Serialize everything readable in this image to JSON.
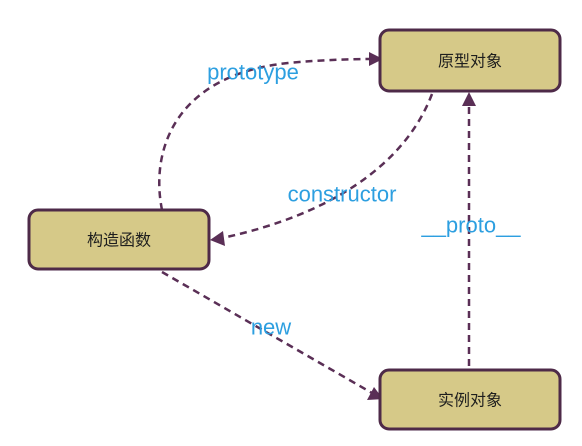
{
  "nodes": {
    "prototype_object": "原型对象",
    "constructor_fn": "构造函数",
    "instance_object": "实例对象"
  },
  "edges": {
    "prototype": "prototype",
    "constructor": "constructor",
    "proto": "__proto__",
    "new": "new"
  },
  "colors": {
    "node_fill": "#d6c988",
    "node_border": "#4e2a48",
    "edge_line": "#5a2f56",
    "edge_label": "#2d9fe0"
  }
}
